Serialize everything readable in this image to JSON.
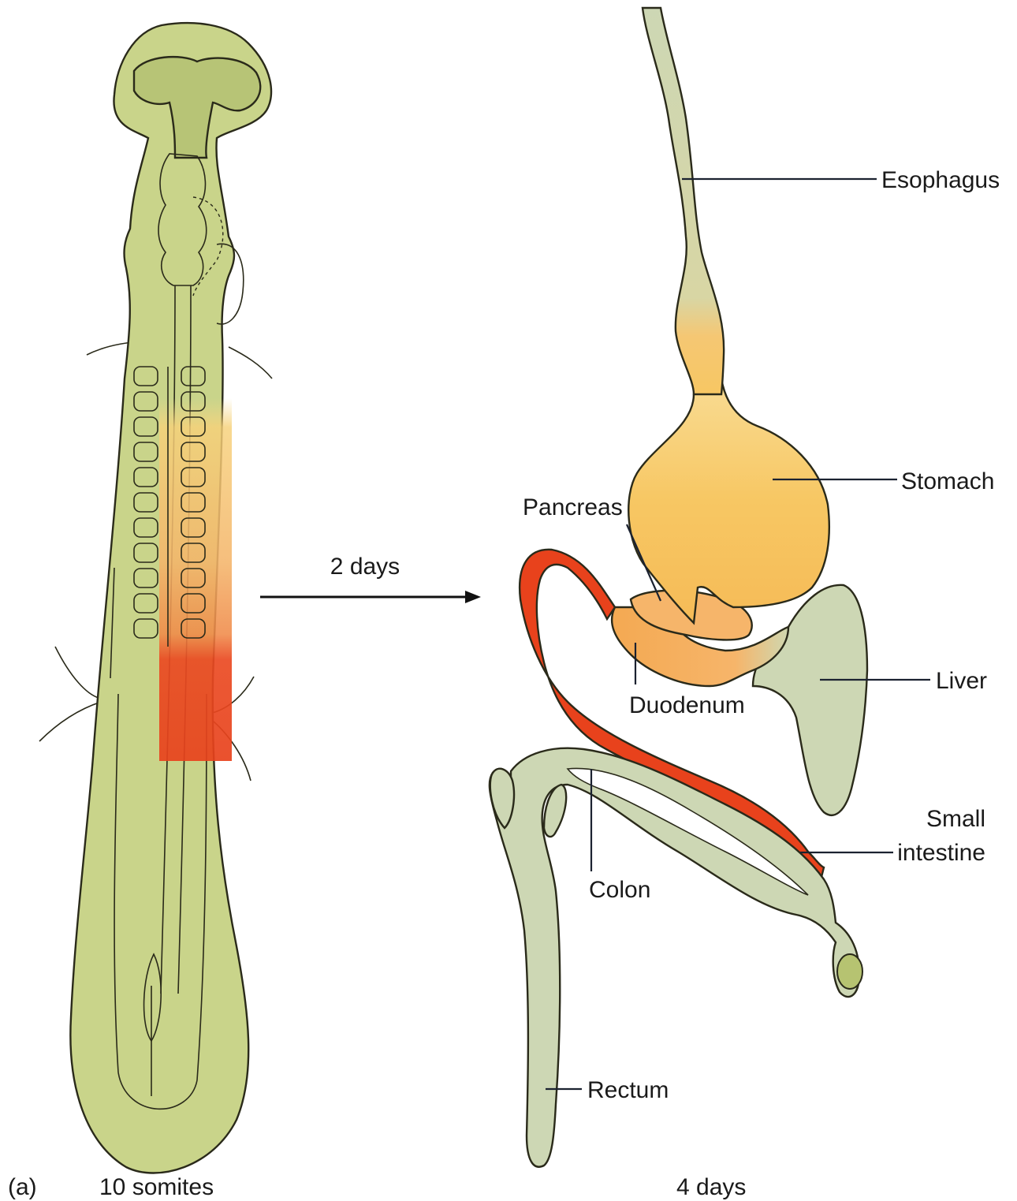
{
  "panel_label": "(a)",
  "left_caption": "10 somites",
  "right_caption": "4 days",
  "transition_label": "2 days",
  "labels": {
    "esophagus": "Esophagus",
    "stomach": "Stomach",
    "pancreas": "Pancreas",
    "liver": "Liver",
    "duodenum": "Duodenum",
    "small_intestine_line1": "Small",
    "small_intestine_line2": "intestine",
    "colon": "Colon",
    "rectum": "Rectum"
  },
  "colors": {
    "tissue_green": "#c9d48a",
    "tissue_green_light": "#d9e0a8",
    "somite_green": "#9fb04a",
    "stomach_yellow": "#f7c763",
    "stomach_orange": "#f4a952",
    "small_intestine_red": "#e8421c",
    "esophagus_grey_green": "#cdd7b4",
    "outline": "#2a2a1a"
  }
}
